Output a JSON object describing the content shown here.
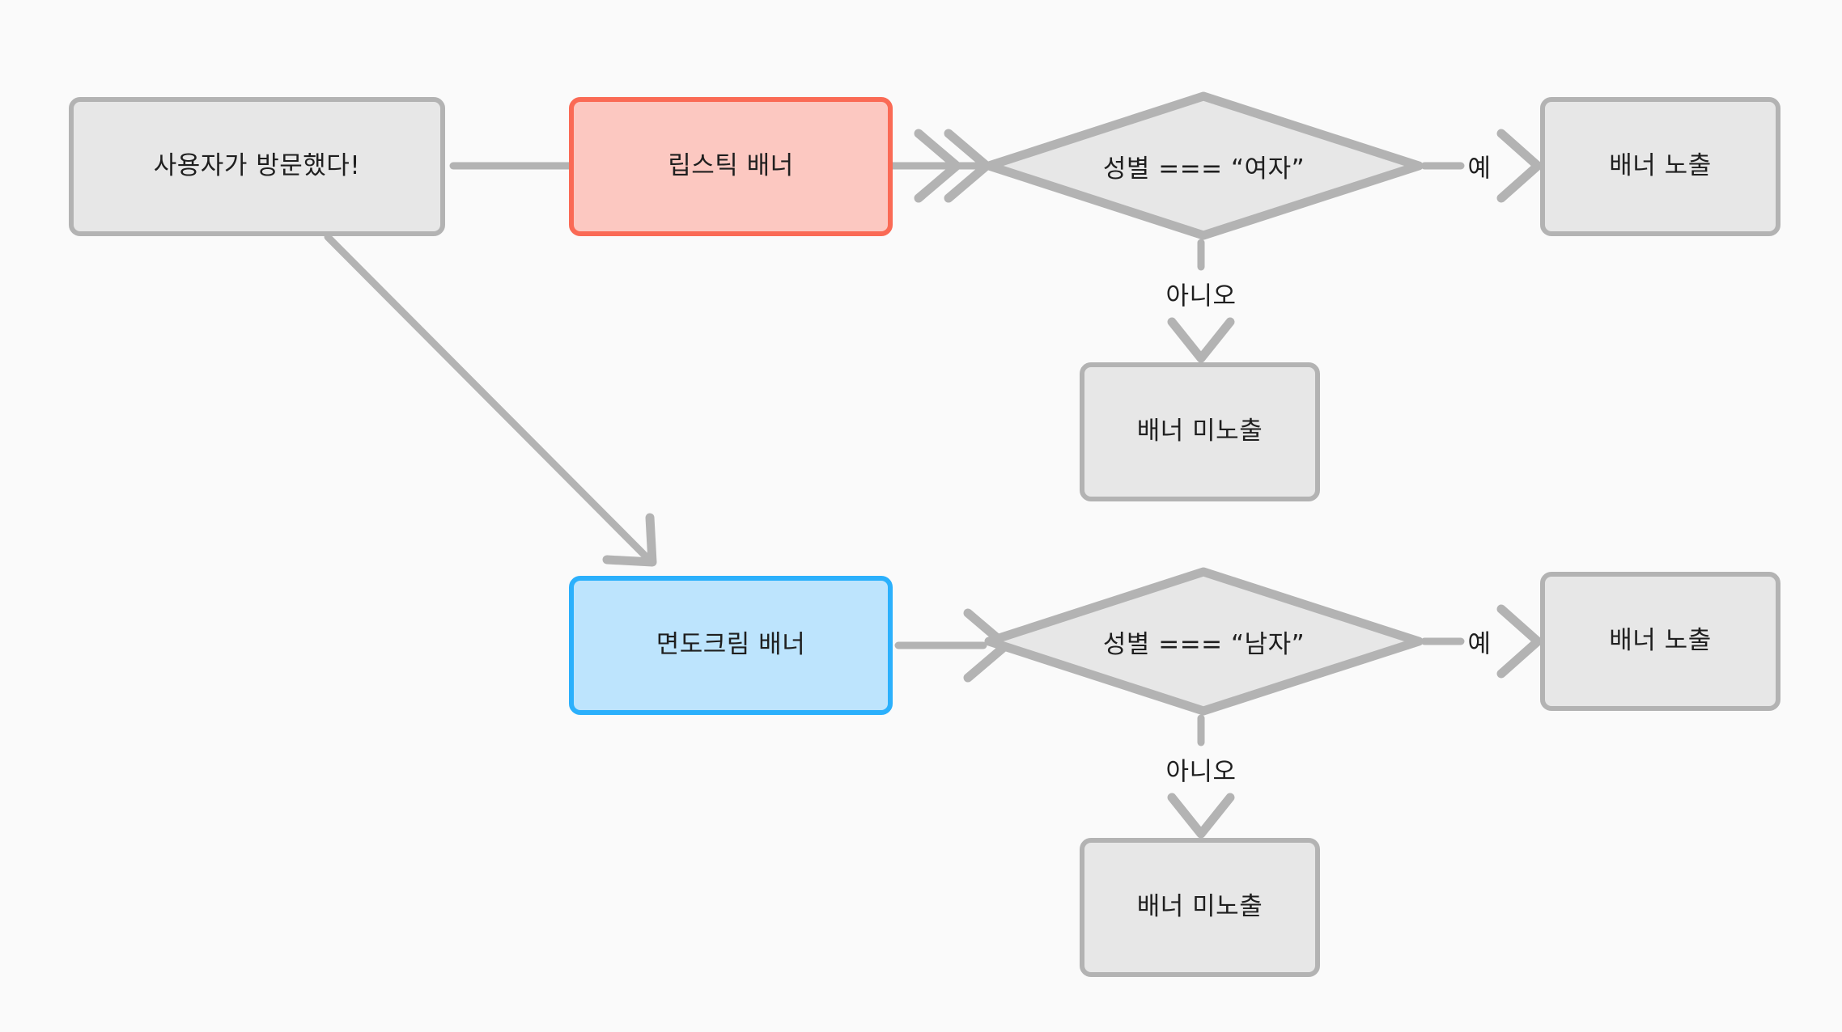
{
  "diagram": {
    "type": "flowchart",
    "title": "",
    "background_color": "#fafafa",
    "palette": {
      "neutral_border": "#b3b3b3",
      "neutral_fill": "#e7e7e7",
      "lipstick_border": "#fa6a55",
      "lipstick_fill": "#fcc8c1",
      "shaving_border": "#2bb0fc",
      "shaving_fill": "#bde4fd",
      "edge_stroke": "#b3b3b3",
      "text": "#1f1f1f"
    },
    "nodes": {
      "start": {
        "label": "사용자가 방문했다!",
        "shape": "rounded-rect",
        "style": "plain"
      },
      "lipstick_banner": {
        "label": "립스틱 배너",
        "shape": "rounded-rect",
        "style": "lipstick"
      },
      "shaving_banner": {
        "label": "면도크림 배너",
        "shape": "rounded-rect",
        "style": "shaving"
      },
      "decision_female": {
        "label": "성별 === “여자”",
        "shape": "diamond",
        "style": "plain"
      },
      "decision_male": {
        "label": "성별 === “남자”",
        "shape": "diamond",
        "style": "plain"
      },
      "show_female": {
        "label": "배너 노출",
        "shape": "rounded-rect",
        "style": "plain"
      },
      "hide_female": {
        "label": "배너 미노출",
        "shape": "rounded-rect",
        "style": "plain"
      },
      "show_male": {
        "label": "배너 노출",
        "shape": "rounded-rect",
        "style": "plain"
      },
      "hide_male": {
        "label": "배너 미노출",
        "shape": "rounded-rect",
        "style": "plain"
      }
    },
    "edges": [
      {
        "from": "start",
        "to": "lipstick_banner",
        "label": ""
      },
      {
        "from": "start",
        "to": "shaving_banner",
        "label": ""
      },
      {
        "from": "lipstick_banner",
        "to": "decision_female",
        "label": ""
      },
      {
        "from": "decision_female",
        "to": "show_female",
        "label": "예"
      },
      {
        "from": "decision_female",
        "to": "hide_female",
        "label": "아니오"
      },
      {
        "from": "shaving_banner",
        "to": "decision_male",
        "label": ""
      },
      {
        "from": "decision_male",
        "to": "show_male",
        "label": "예"
      },
      {
        "from": "decision_male",
        "to": "hide_male",
        "label": "아니오"
      }
    ],
    "edge_labels": {
      "yes_top": "예",
      "no_top": "아니오",
      "yes_bottom": "예",
      "no_bottom": "아니오"
    }
  }
}
